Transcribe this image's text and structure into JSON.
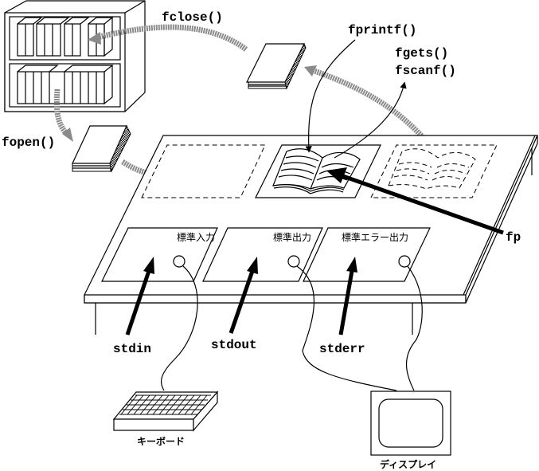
{
  "diagram": {
    "type": "C standard I/O stream concept illustration",
    "function_labels": {
      "fclose": "fclose()",
      "fopen": "fopen()",
      "fprintf": "fprintf()",
      "fgets": "fgets()",
      "fscanf": "fscanf()",
      "fp": "fp"
    },
    "streams": [
      {
        "name": "stdin",
        "slot_label": "標準入力"
      },
      {
        "name": "stdout",
        "slot_label": "標準出力"
      },
      {
        "name": "stderr",
        "slot_label": "標準エラー出力"
      }
    ],
    "devices": {
      "keyboard": "キーボード",
      "display": "ディスプレイ"
    }
  }
}
